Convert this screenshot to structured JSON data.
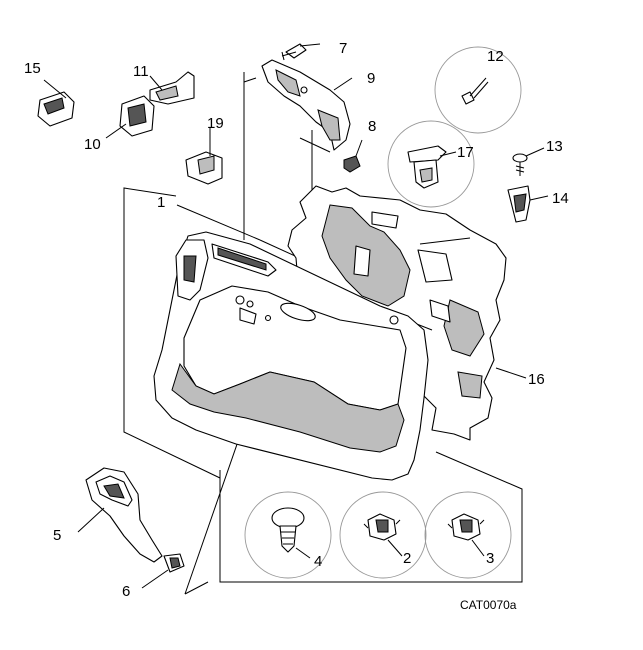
{
  "diagram": {
    "catalog_code": "CAT0070a",
    "callouts": [
      {
        "id": "c1",
        "label": "1"
      },
      {
        "id": "c2",
        "label": "2"
      },
      {
        "id": "c3",
        "label": "3"
      },
      {
        "id": "c4",
        "label": "4"
      },
      {
        "id": "c5",
        "label": "5"
      },
      {
        "id": "c6",
        "label": "6"
      },
      {
        "id": "c7",
        "label": "7"
      },
      {
        "id": "c8",
        "label": "8"
      },
      {
        "id": "c9",
        "label": "9"
      },
      {
        "id": "c10",
        "label": "10"
      },
      {
        "id": "c11",
        "label": "11"
      },
      {
        "id": "c12",
        "label": "12"
      },
      {
        "id": "c13",
        "label": "13"
      },
      {
        "id": "c14",
        "label": "14"
      },
      {
        "id": "c15",
        "label": "15"
      },
      {
        "id": "c16",
        "label": "16"
      },
      {
        "id": "c17",
        "label": "17"
      },
      {
        "id": "c19",
        "label": "19"
      }
    ]
  }
}
